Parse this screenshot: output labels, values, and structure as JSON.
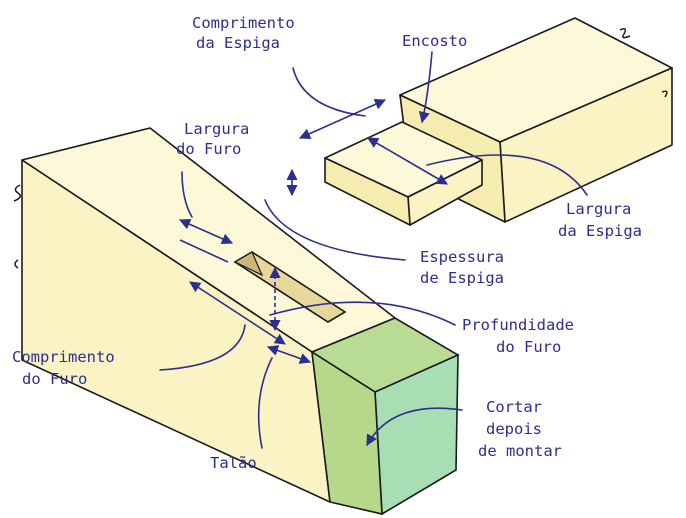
{
  "labels": {
    "comprimento_espiga_1": "Comprimento",
    "comprimento_espiga_2": "da Espiga",
    "encosto": "Encosto",
    "largura_furo_1": "Largura",
    "largura_furo_2": "do Furo",
    "largura_espiga_1": "Largura",
    "largura_espiga_2": "da Espiga",
    "espessura_espiga_1": "Espessura",
    "espessura_espiga_2": "de Espiga",
    "profundidade_furo_1": "Profundidade",
    "profundidade_furo_2": "do Furo",
    "comprimento_furo_1": "Comprimento",
    "comprimento_furo_2": "do Furo",
    "cortar_1": "Cortar",
    "cortar_2": "depois",
    "cortar_3": "de montar",
    "talao": "Talão"
  },
  "colors": {
    "label_text": "#2b2f8f",
    "wood": "#fbf3c4",
    "cut_zone": "#a9ddb4",
    "outline": "#1a1a1a"
  }
}
